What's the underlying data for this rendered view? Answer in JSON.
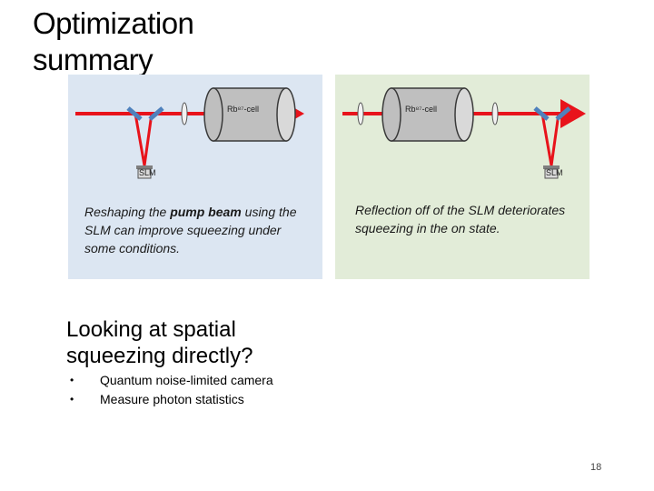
{
  "slide": {
    "title": "Optimization\nsummary",
    "page_number": "18"
  },
  "left_panel": {
    "cell_label": "Rb⁸⁷-cell",
    "slm_label": "SLM",
    "caption_before": "Reshaping the ",
    "caption_bold": "pump beam",
    "caption_after": " using the SLM can improve squeezing under some conditions.",
    "background": "#dce6f2"
  },
  "right_panel": {
    "cell_label": "Rb⁸⁷-cell",
    "slm_label": "SLM",
    "caption": "Reflection off of the SLM deteriorates squeezing in the on state.",
    "background": "#e2ecd8"
  },
  "section": {
    "heading": "Looking at spatial\nsqueezing directly?",
    "bullets": [
      "Quantum noise-limited camera",
      "Measure photon statistics"
    ],
    "bullet_glyph": "•"
  },
  "colors": {
    "beam": "#e8131b",
    "mirror": "#4f81bd",
    "cell_fill": "#bfbfbf",
    "cell_stroke": "#3a3a3a"
  }
}
